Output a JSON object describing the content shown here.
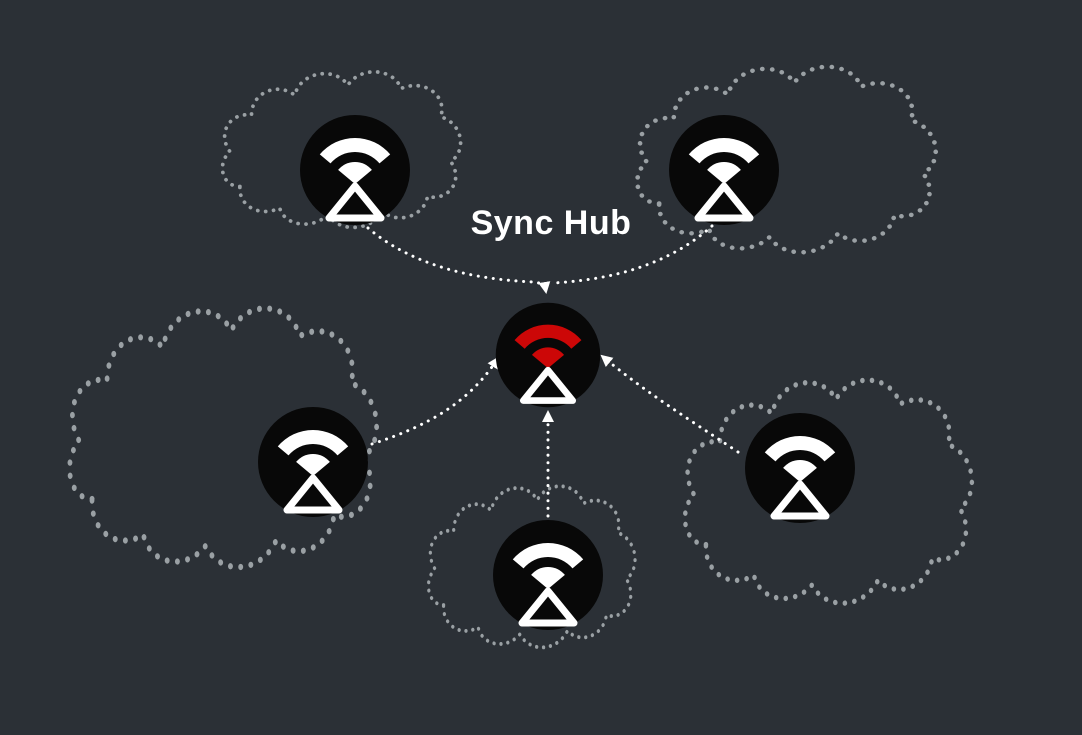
{
  "diagram": {
    "title": "Sync Hub",
    "background_color": "#2b3036",
    "cloud_dot_color": "#9aa0a4",
    "arrow_color": "#ffffff",
    "hub": {
      "icon": "wifi-sync-hub-icon",
      "accent_color": "#cc0707"
    },
    "peers": [
      {
        "id": "peer-top-left",
        "icon": "wifi-peer-icon"
      },
      {
        "id": "peer-top-right",
        "icon": "wifi-peer-icon"
      },
      {
        "id": "peer-mid-left",
        "icon": "wifi-peer-icon"
      },
      {
        "id": "peer-bottom-center",
        "icon": "wifi-peer-icon"
      },
      {
        "id": "peer-right",
        "icon": "wifi-peer-icon"
      }
    ]
  }
}
